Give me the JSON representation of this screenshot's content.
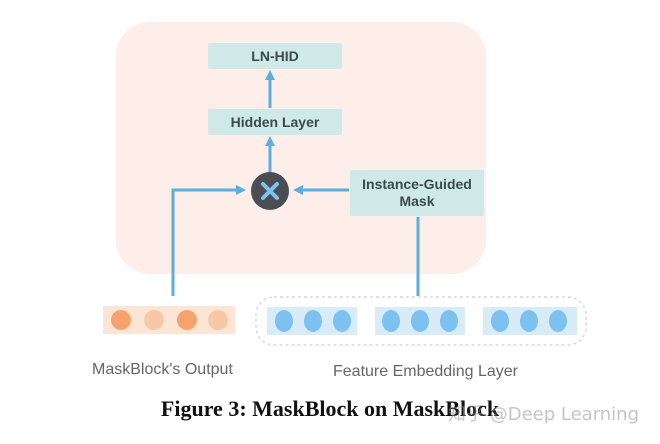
{
  "diagram": {
    "nodes": {
      "ln_hid": "LN-HID",
      "hidden_layer": "Hidden Layer",
      "instance_guided_mask_line1": "Instance-Guided",
      "instance_guided_mask_line2": "Mask",
      "multiply_symbol": "×"
    },
    "labels": {
      "maskblock_output": "MaskBlock's Output",
      "feature_embedding_layer": "Feature Embedding Layer"
    },
    "caption": "Figure 3: MaskBlock on MaskBlock",
    "watermark": "知乎 @Deep Learning",
    "colors": {
      "panel_bg": "#fdeeea",
      "box_fill": "#cfe9e8",
      "arrow": "#5aaee0",
      "multiply_circle": "#4a4e52",
      "multiply_cross": "#7cc3ee",
      "orange_strip": "#fde5d6",
      "orange_dot_dark": "#f5a36c",
      "orange_dot_light": "#f8c8a6",
      "blue_strip": "#d8ecf8",
      "blue_dot": "#7cc1ef"
    }
  }
}
